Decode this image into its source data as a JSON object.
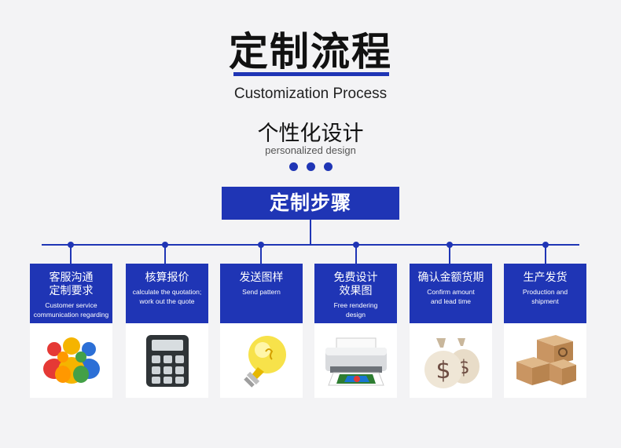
{
  "header": {
    "title": "定制流程",
    "subtitle": "Customization Process"
  },
  "section": {
    "title": "个性化设计",
    "subtitle": "personalized design"
  },
  "steps_box": {
    "label": "定制步骤"
  },
  "steps": [
    {
      "title": "客服沟通\n定制要求",
      "desc": "Customer service\ncommunication regarding",
      "icon": "people-icon"
    },
    {
      "title": "核算报价",
      "desc": "calculate the quotation;\nwork out the quote",
      "icon": "calculator-icon"
    },
    {
      "title": "发送图样",
      "desc": "Send pattern",
      "icon": "lightbulb-icon"
    },
    {
      "title": "免费设计\n效果图",
      "desc": "Free rendering\ndesign",
      "icon": "printer-icon"
    },
    {
      "title": "确认金额货期",
      "desc": "Confirm amount\nand lead time",
      "icon": "money-bags-icon"
    },
    {
      "title": "生产发货",
      "desc": "Production and\nshipment",
      "icon": "package-icon"
    }
  ],
  "colors": {
    "accent": "#1f35b5",
    "background": "#f3f3f5"
  }
}
